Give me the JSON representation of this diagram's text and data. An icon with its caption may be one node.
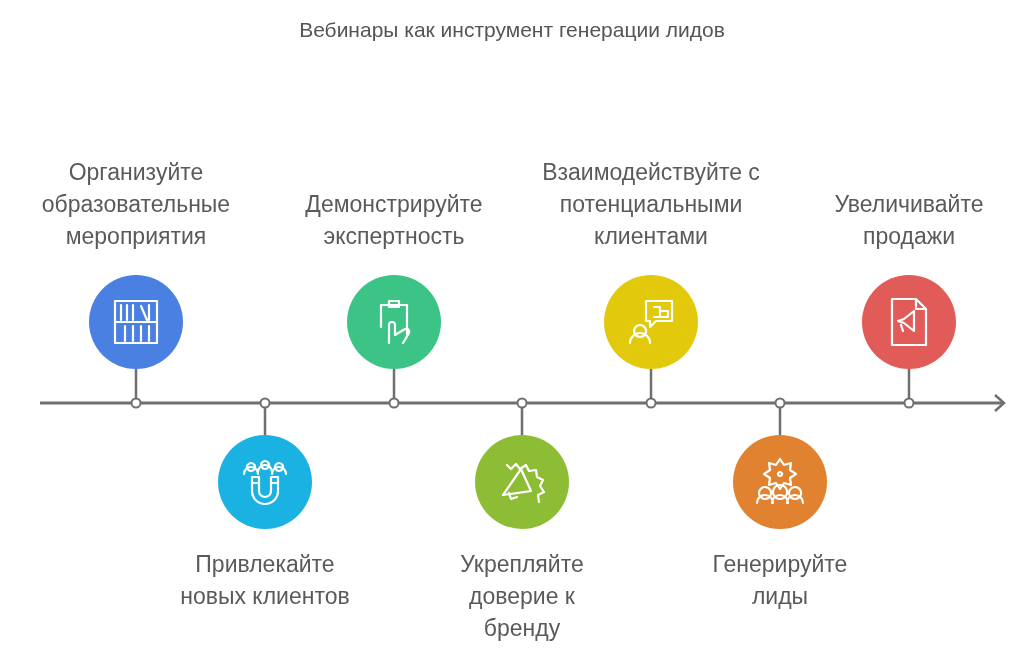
{
  "diagram": {
    "title": "Вебинары как инструмент генерации лидов",
    "nodes": [
      {
        "text": [
          "Организуйте образовательные мероприятия"
        ]
      },
      {
        "text": [
          "Привлекайте новых клиентов"
        ]
      },
      {
        "text": [
          "Демонстрируйте экспертность"
        ]
      },
      {
        "text": [
          "Укрепляйте доверие к бренду"
        ]
      },
      {
        "text": [
          "Взаимодействуйте с потенциальными клиентами"
        ]
      },
      {
        "text": [
          "Генерируйте лиды"
        ]
      },
      {
        "text": [
          "Увеличивайте продажи"
        ]
      },
      {
        "text": [],
        "shape": "bar"
      }
    ],
    "edges": [
      {
        "from": 0,
        "to": 7,
        "arrow": "other"
      },
      {
        "from": 1,
        "to": 7,
        "arrow": "other"
      },
      {
        "from": 2,
        "to": 7,
        "arrow": "other"
      },
      {
        "from": 3,
        "to": 7,
        "arrow": "other"
      },
      {
        "from": 4,
        "to": 7,
        "arrow": "other"
      },
      {
        "from": 5,
        "to": 7,
        "arrow": "other"
      },
      {
        "from": 6,
        "to": 7,
        "arrow": "other"
      }
    ]
  }
}
